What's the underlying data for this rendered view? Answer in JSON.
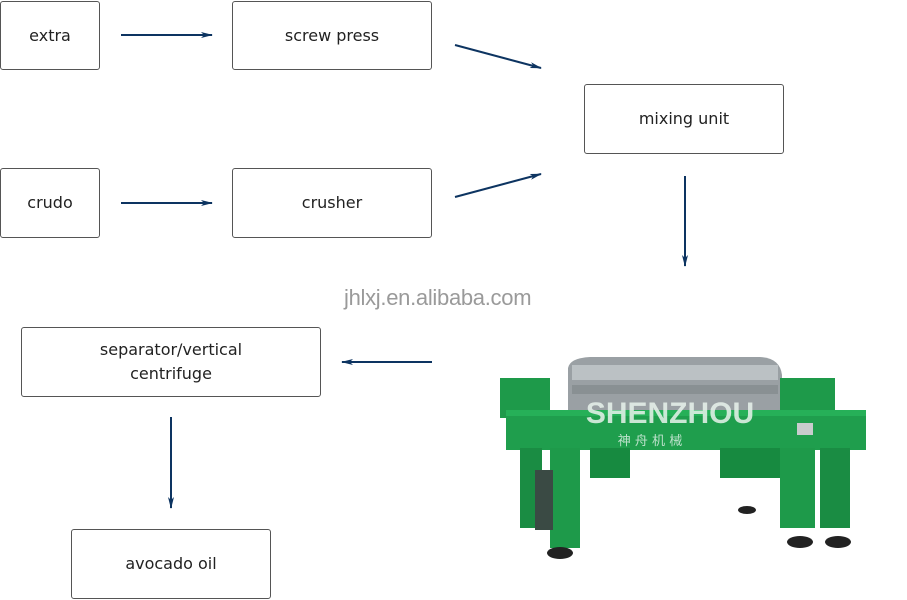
{
  "diagram": {
    "nodes": [
      {
        "id": "extra",
        "label": "extra"
      },
      {
        "id": "screw-press",
        "label": "screw press"
      },
      {
        "id": "mixing-unit",
        "label": "mixing unit"
      },
      {
        "id": "crudo",
        "label": "crudo"
      },
      {
        "id": "crusher",
        "label": "crusher"
      },
      {
        "id": "separator",
        "label": "separator/vertical centrifuge"
      },
      {
        "id": "avocado-oil",
        "label": "avocado oil"
      }
    ],
    "edges": [
      {
        "from": "extra",
        "to": "screw-press"
      },
      {
        "from": "crudo",
        "to": "crusher"
      },
      {
        "from": "screw-press",
        "to": "mixing-unit"
      },
      {
        "from": "crusher",
        "to": "mixing-unit"
      },
      {
        "from": "mixing-unit",
        "to": "decanter-centrifuge-image"
      },
      {
        "from": "decanter-centrifuge-image",
        "to": "separator"
      },
      {
        "from": "separator",
        "to": "avocado-oil"
      }
    ],
    "arrow_color": "#0d3461"
  },
  "watermark": "jhlxj.en.alibaba.com",
  "machine_image": {
    "description": "green horizontal decanter centrifuge",
    "brand": "SHENZHOU",
    "brand_cn": "神 舟 机 械",
    "body_color": "#1e9a4a"
  }
}
